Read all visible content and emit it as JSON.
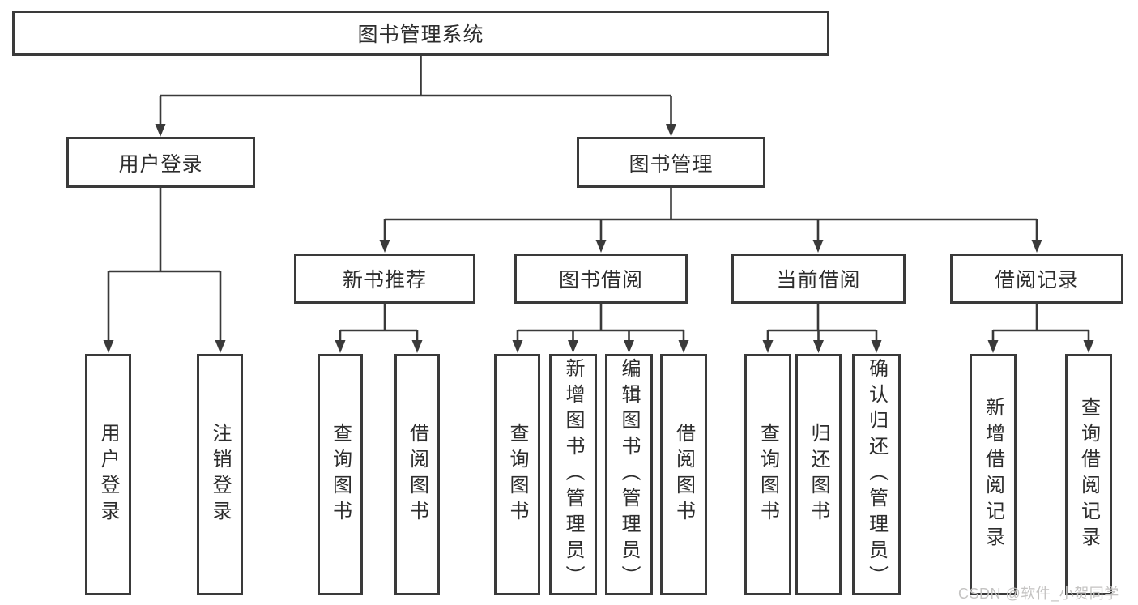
{
  "title": "图书管理系统",
  "tree": {
    "label": "图书管理系统",
    "children": [
      {
        "label": "用户登录",
        "children": [
          {
            "label": "用户登录"
          },
          {
            "label": "注销登录"
          }
        ]
      },
      {
        "label": "图书管理",
        "children": [
          {
            "label": "新书推荐",
            "children": [
              {
                "label": "查询图书"
              },
              {
                "label": "借阅图书"
              }
            ]
          },
          {
            "label": "图书借阅",
            "children": [
              {
                "label": "查询图书"
              },
              {
                "label": "新增图书（管理员）"
              },
              {
                "label": "编辑图书（管理员）"
              },
              {
                "label": "借阅图书"
              }
            ]
          },
          {
            "label": "当前借阅",
            "children": [
              {
                "label": "查询图书"
              },
              {
                "label": "归还图书"
              },
              {
                "label": "确认归还（管理员）"
              }
            ]
          },
          {
            "label": "借阅记录",
            "children": [
              {
                "label": "新增借阅记录"
              },
              {
                "label": "查询借阅记录"
              }
            ]
          }
        ]
      }
    ]
  },
  "watermark": "CSDN @软件_小贺同学",
  "colors": {
    "line": "#3a3a3a",
    "border": "#3a3a3a",
    "text": "#2d2d2d",
    "watermark": "#c4c3c2",
    "background": "#ffffff"
  }
}
